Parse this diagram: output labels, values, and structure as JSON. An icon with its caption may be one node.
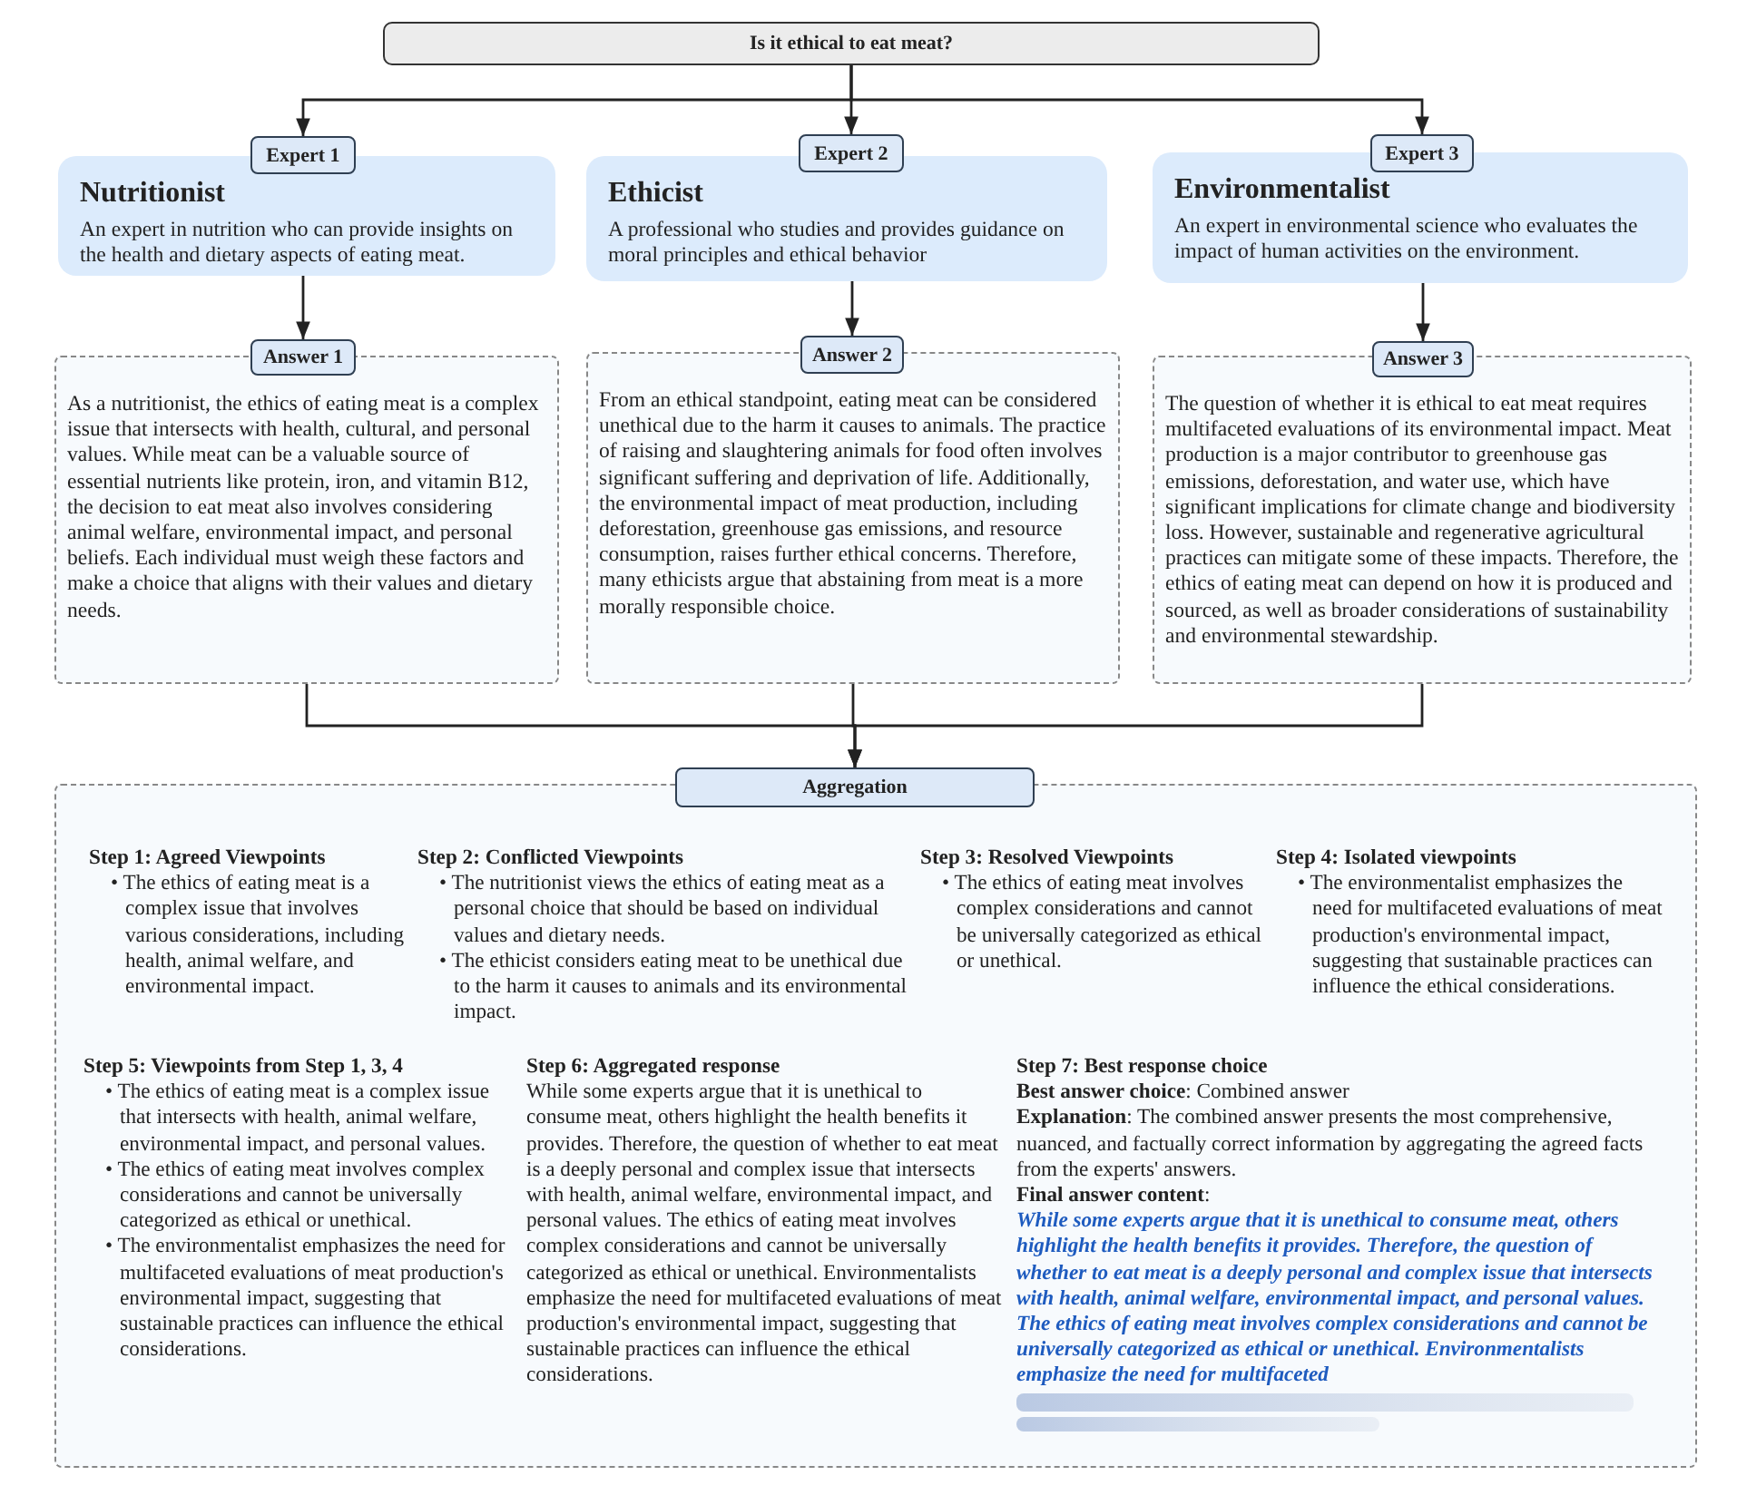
{
  "diagram": {
    "nodes": [
      {
        "text": [
          "Is it ethical to eat meat?"
        ]
      },
      {
        "text": [
          "Expert 1"
        ]
      },
      {
        "text": [
          "Nutritionist",
          "An expert in nutrition who can provide insights on the health and dietary aspects of eating meat."
        ]
      },
      {
        "text": [
          "Expert 2"
        ]
      },
      {
        "text": [
          "Ethicist",
          "A professional who studies and provides guidance on moral principles and ethical behavior"
        ]
      },
      {
        "text": [
          "Expert 3"
        ]
      },
      {
        "text": [
          "Environmentalist",
          "An expert in environmental science who evaluates the impact of human activities on the environment."
        ]
      },
      {
        "text": [
          "Answer 1"
        ]
      },
      {
        "text": [
          "As a nutritionist, the ethics of eating meat is a complex issue that intersects with health, cultural, and personal values. While meat can be a valuable source of essential nutrients like protein, iron, and vitamin B12, the decision to eat meat also involves considering animal welfare, environmental impact, and personal beliefs. Each individual must weigh these factors and make a choice that aligns with their values and dietary needs."
        ]
      },
      {
        "text": [
          "Answer 2"
        ]
      },
      {
        "text": [
          "From an ethical standpoint, eating meat can be considered unethical due to the harm it causes to animals. The practice of raising and slaughtering animals for food often involves significant suffering and deprivation of life. Additionally, the environmental impact of meat production, including deforestation, greenhouse gas emissions, and resource consumption, raises further ethical concerns. Therefore, many ethicists argue that abstaining from meat is a more morally responsible choice."
        ]
      },
      {
        "text": [
          "Answer 3"
        ]
      },
      {
        "text": [
          "The question of whether it is ethical to eat meat requires multifaceted evaluations of its environmental impact. Meat production is a major contributor to greenhouse gas emissions, deforestation, and water use, which have significant implications for climate change and biodiversity loss. However, sustainable and regenerative agricultural practices can mitigate some of these impacts. Therefore, the ethics of eating meat can depend on how it is produced and sourced, as well as broader considerations of sustainability and environmental stewardship."
        ]
      },
      {
        "text": [
          "Aggregation"
        ]
      },
      {
        "text": [
          "Step 1: Agreed Viewpoints",
          "• The ethics of eating meat is a complex issue that involves various considerations, including health, animal welfare, and environmental impact.",
          "Step 2: Conflicted Viewpoints",
          "• The nutritionist views the ethics of eating meat as a personal choice that should be based on individual values and dietary needs.",
          "• The ethicist considers eating meat to be unethical due to the harm it causes to animals and its environmental impact.",
          "Step 3: Resolved Viewpoints",
          "• The ethics of eating meat involves complex considerations and cannot be universally categorized as ethical or unethical.",
          "Step 4: Isolated viewpoints",
          "• The environmentalist emphasizes the need for multifaceted evaluations of meat production's environmental impact, suggesting that sustainable practices can influence the ethical considerations.",
          "Step 5: Viewpoints from Step 1, 3, 4",
          "• The ethics of eating meat is a complex issue that intersects with health, animal welfare, environmental impact, and personal values.",
          "• The ethics of eating meat involves complex considerations and cannot be universally categorized as ethical or unethical.",
          "• The environmentalist emphasizes the need for multifaceted evaluations of meat production's environmental impact, suggesting that sustainable practices can influence the ethical considerations.",
          "Step 6: Aggregated response",
          "While some experts argue that it is unethical to consume meat, others highlight the health benefits it provides. Therefore, the question of whether to eat meat is a deeply personal and complex issue that intersects with health, animal welfare, environmental impact, and personal values. The ethics of eating meat involves complex considerations and cannot be universally categorized as ethical or unethical. Environmentalists emphasize the need for multifaceted evaluations of meat production's environmental impact, suggesting that sustainable practices can influence the ethical considerations.",
          "Step 7: Best response choice",
          "**Best answer choice**: Combined answer",
          "**Explanation**: The combined answer presents the most comprehensive, nuanced, and factually correct information by aggregating the agreed facts from the experts' answers.",
          "**Final answer content**:",
          "While some experts argue that it is unethical to consume meat, others highlight the health benefits it provides. Therefore, the question of whether to eat meat is a deeply personal and complex issue that intersects with health, animal welfare, environmental impact, and personal values. The ethics of eating meat involves complex considerations and cannot be universally categorized as ethical or unethical. Environmentalists emphasize the need for multifaceted"
        ]
      }
    ],
    "edges": [
      {
        "from": 0,
        "to": 1,
        "arrow": "to"
      },
      {
        "from": 0,
        "to": 3,
        "arrow": "to"
      },
      {
        "from": 0,
        "to": 5,
        "arrow": "to"
      },
      {
        "from": 2,
        "to": 7,
        "arrow": "to"
      },
      {
        "from": 4,
        "to": 9,
        "arrow": "to"
      },
      {
        "from": 6,
        "to": 11,
        "arrow": "to"
      },
      {
        "from": 8,
        "to": 13,
        "arrow": "to"
      },
      {
        "from": 10,
        "to": 13,
        "arrow": "to"
      },
      {
        "from": 12,
        "to": 13,
        "arrow": "to"
      }
    ]
  }
}
